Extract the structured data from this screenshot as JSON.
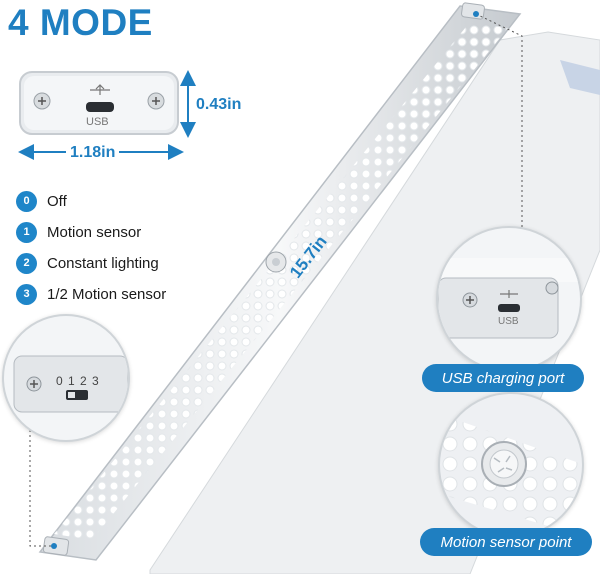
{
  "title": "4 MODE",
  "port_label": "USB",
  "switch_numbers": "0 1 2 3",
  "dimensions": {
    "height": "0.43in",
    "width": "1.18in",
    "length": "15.7in"
  },
  "modes": [
    {
      "number": "0",
      "label": "Off"
    },
    {
      "number": "1",
      "label": "Motion sensor"
    },
    {
      "number": "2",
      "label": "Constant lighting"
    },
    {
      "number": "3",
      "label": "1/2 Motion sensor"
    }
  ],
  "callouts": {
    "usb": "USB charging port",
    "sensor": "Motion sensor point"
  },
  "colors": {
    "accent": "#1f7fc1",
    "badge": "#1f86c9"
  }
}
